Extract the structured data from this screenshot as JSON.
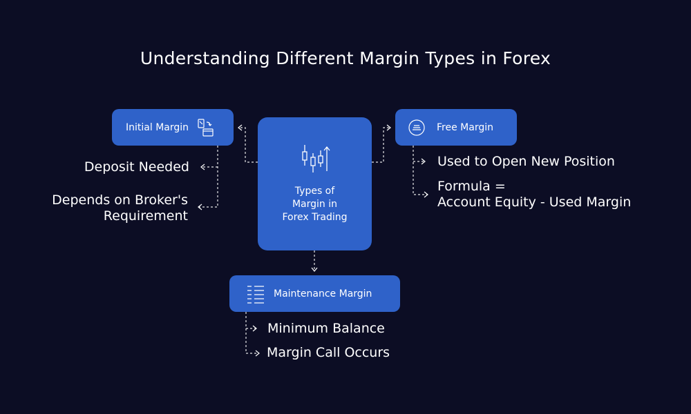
{
  "title": "Understanding Different Margin Types in Forex",
  "center": {
    "label": "Types of\nMargin in\nForex Trading",
    "icon": "candlestick-chart-icon"
  },
  "initial_margin": {
    "label": "Initial Margin",
    "icon": "transfer-card-icon",
    "items": [
      "Deposit Needed",
      "Depends on Broker's\nRequirement"
    ]
  },
  "free_margin": {
    "label": "Free Margin",
    "icon": "stacked-coins-icon",
    "items": [
      "Used to Open New Position",
      "Formula =\nAccount Equity - Used Margin"
    ]
  },
  "maintenance_margin": {
    "label": "Maintenance Margin",
    "icon": "ledger-lines-icon",
    "items": [
      "Minimum Balance",
      "Margin Call Occurs"
    ]
  },
  "colors": {
    "background": "#0c0d24",
    "box": "#2f62c9",
    "text": "#ffffff"
  }
}
